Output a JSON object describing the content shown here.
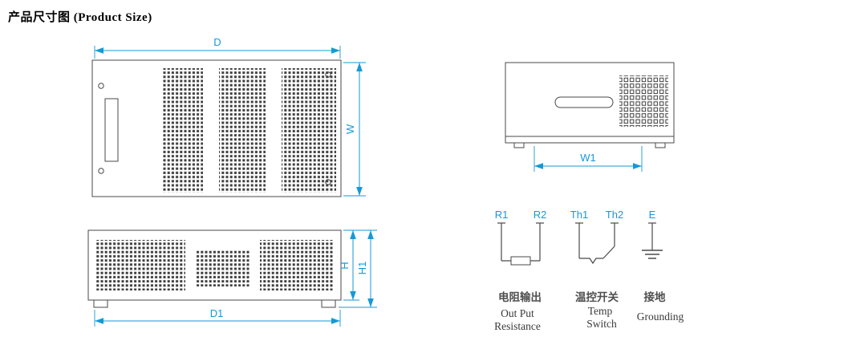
{
  "title": "产品尺寸图 (Product Size)",
  "colors": {
    "dimension_blue": "#1699d6",
    "drawing_line": "#4a4a4a"
  },
  "views": {
    "top": {
      "dim_width": "D",
      "dim_depth": "W"
    },
    "front": {
      "dim_height": "H",
      "dim_height_total": "H1",
      "dim_width": "D1"
    },
    "side": {
      "dim_width": "W1"
    }
  },
  "schematic": {
    "r1": "R1",
    "r2": "R2",
    "th1": "Th1",
    "th2": "Th2",
    "e": "E",
    "resistor_zh": "电阻输出",
    "resistor_en1": "Out Put",
    "resistor_en2": "Resistance",
    "switch_zh": "温控开关",
    "switch_en1": "Temp",
    "switch_en2": "Switch",
    "ground_zh": "接地",
    "ground_en": "Grounding"
  }
}
